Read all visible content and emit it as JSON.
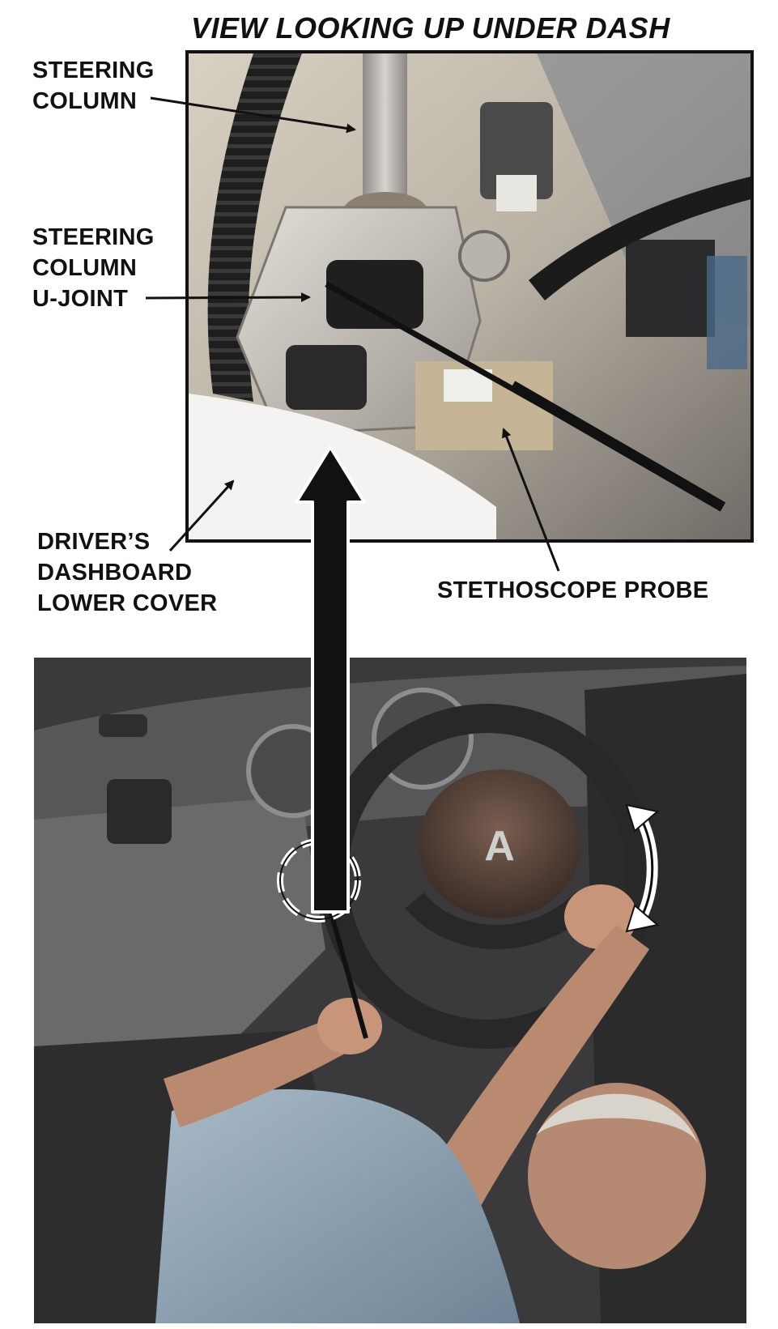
{
  "title": "VIEW LOOKING UP UNDER DASH",
  "labels": {
    "steering_column": [
      "STEERING",
      "COLUMN"
    ],
    "steering_column_ujoint": [
      "STEERING",
      "COLUMN",
      "U-JOINT"
    ],
    "dashboard_lower_cover": [
      "DRIVER’S",
      "DASHBOARD",
      "LOWER COVER"
    ],
    "stethoscope_probe": "STETHOSCOPE PROBE"
  },
  "logo_text": "A"
}
